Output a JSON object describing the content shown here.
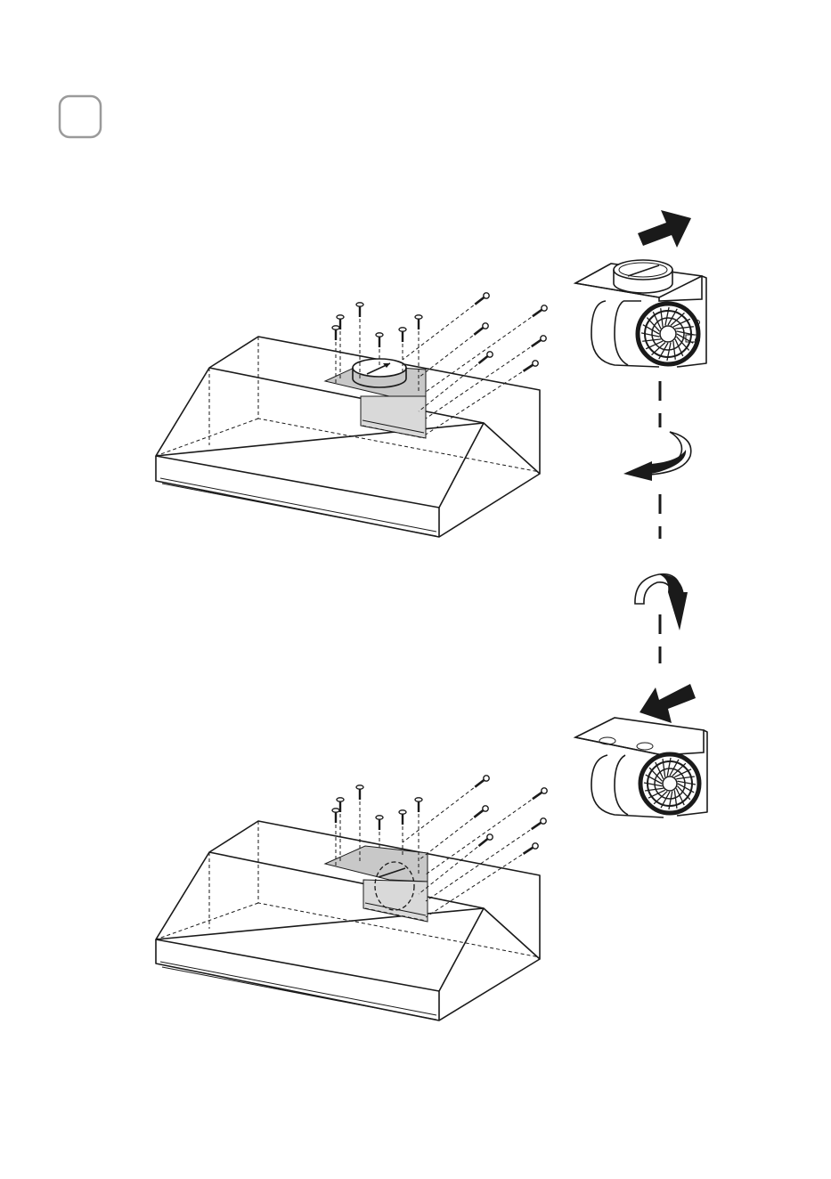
{
  "step_badge": {
    "label": ""
  },
  "colors": {
    "line": "#1a1a1a",
    "plate": "#c8c8c8",
    "background": "#ffffff"
  },
  "icons": [
    "step-number-badge",
    "range-hood",
    "duct-adapter-plate",
    "screw",
    "blower-motor",
    "direction-arrow",
    "rotate-arrow"
  ]
}
